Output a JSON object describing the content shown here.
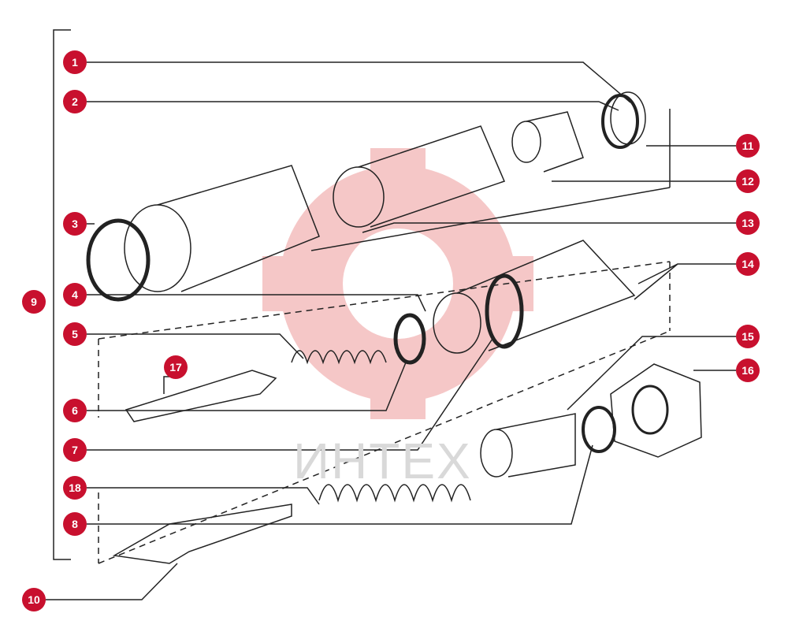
{
  "colors": {
    "callout": "#c8102e",
    "line": "#222222",
    "watermark": "#f2b8b8"
  },
  "callouts": {
    "c1": "1",
    "c2": "2",
    "c3": "3",
    "c4": "4",
    "c5": "5",
    "c6": "6",
    "c7": "7",
    "c8": "8",
    "c9": "9",
    "c10": "10",
    "c11": "11",
    "c12": "12",
    "c13": "13",
    "c14": "14",
    "c15": "15",
    "c16": "16",
    "c17": "17",
    "c18": "18"
  },
  "watermark": {
    "text": "ИНТЕХ",
    "icon": "gear-logo-icon"
  }
}
